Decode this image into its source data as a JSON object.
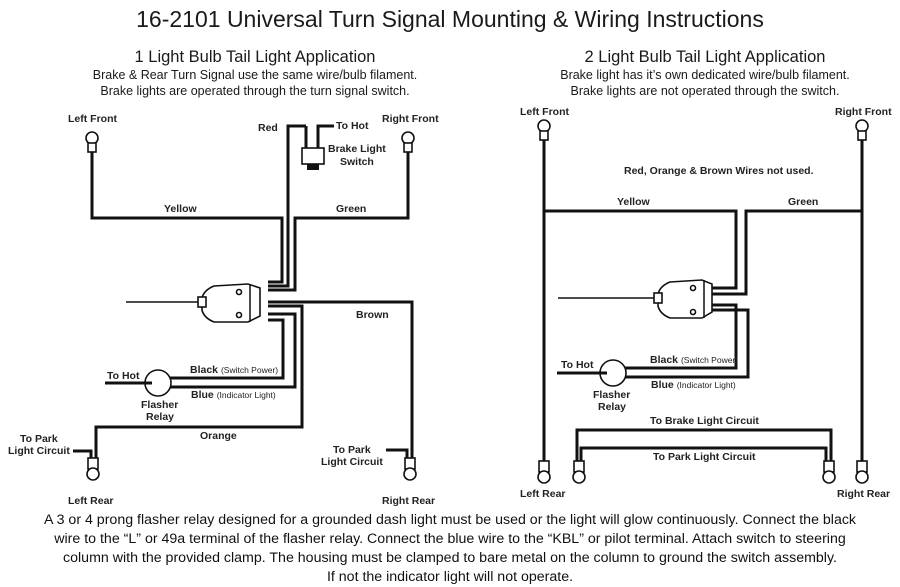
{
  "title": "16-2101 Universal Turn Signal Mounting & Wiring Instructions",
  "left_panel": {
    "heading": "1 Light Bulb Tail Light Application",
    "line1": "Brake & Rear Turn Signal use the same wire/bulb filament.",
    "line2": "Brake lights are operated through the turn signal switch.",
    "labels": {
      "left_front": "Left Front",
      "right_front": "Right Front",
      "red": "Red",
      "to_hot_switch": "To Hot",
      "brake_switch_1": "Brake Light",
      "brake_switch_2": "Switch",
      "yellow": "Yellow",
      "green": "Green",
      "brown": "Brown",
      "to_hot_relay": "To Hot",
      "black": "Black",
      "black_note": "(Switch Power)",
      "blue": "Blue",
      "blue_note": "(Indicator Light)",
      "flasher_1": "Flasher",
      "flasher_2": "Relay",
      "orange": "Orange",
      "park_left_1": "To Park",
      "park_left_2": "Light Circuit",
      "park_right_1": "To Park",
      "park_right_2": "Light Circuit",
      "left_rear": "Left Rear",
      "right_rear": "Right Rear"
    }
  },
  "right_panel": {
    "heading": "2 Light Bulb Tail Light Application",
    "line1": "Brake light has it’s own dedicated wire/bulb filament.",
    "line2": "Brake lights are not operated through the switch.",
    "labels": {
      "left_front": "Left Front",
      "right_front": "Right Front",
      "not_used": "Red, Orange & Brown Wires not used.",
      "yellow": "Yellow",
      "green": "Green",
      "to_hot_relay": "To Hot",
      "black": "Black",
      "black_note": "(Switch Power)",
      "blue": "Blue",
      "blue_note": "(Indicator Light)",
      "flasher_1": "Flasher",
      "flasher_2": "Relay",
      "brake_circuit": "To Brake Light Circuit",
      "park_circuit": "To Park Light Circuit",
      "left_rear": "Left Rear",
      "right_rear": "Right Rear"
    }
  },
  "footer": {
    "line1": "A 3 or 4 prong flasher relay designed for a grounded dash light must be used or the light will glow continuously. Connect the black",
    "line2": "wire to the “L” or 49a terminal of the flasher relay. Connect the blue wire to the “KBL” or pilot terminal. Attach switch to steering",
    "line3": "column with the provided clamp. The housing must be clamped to bare metal on the column to ground the switch assembly.",
    "line4": "If not the indicator light will not operate."
  }
}
